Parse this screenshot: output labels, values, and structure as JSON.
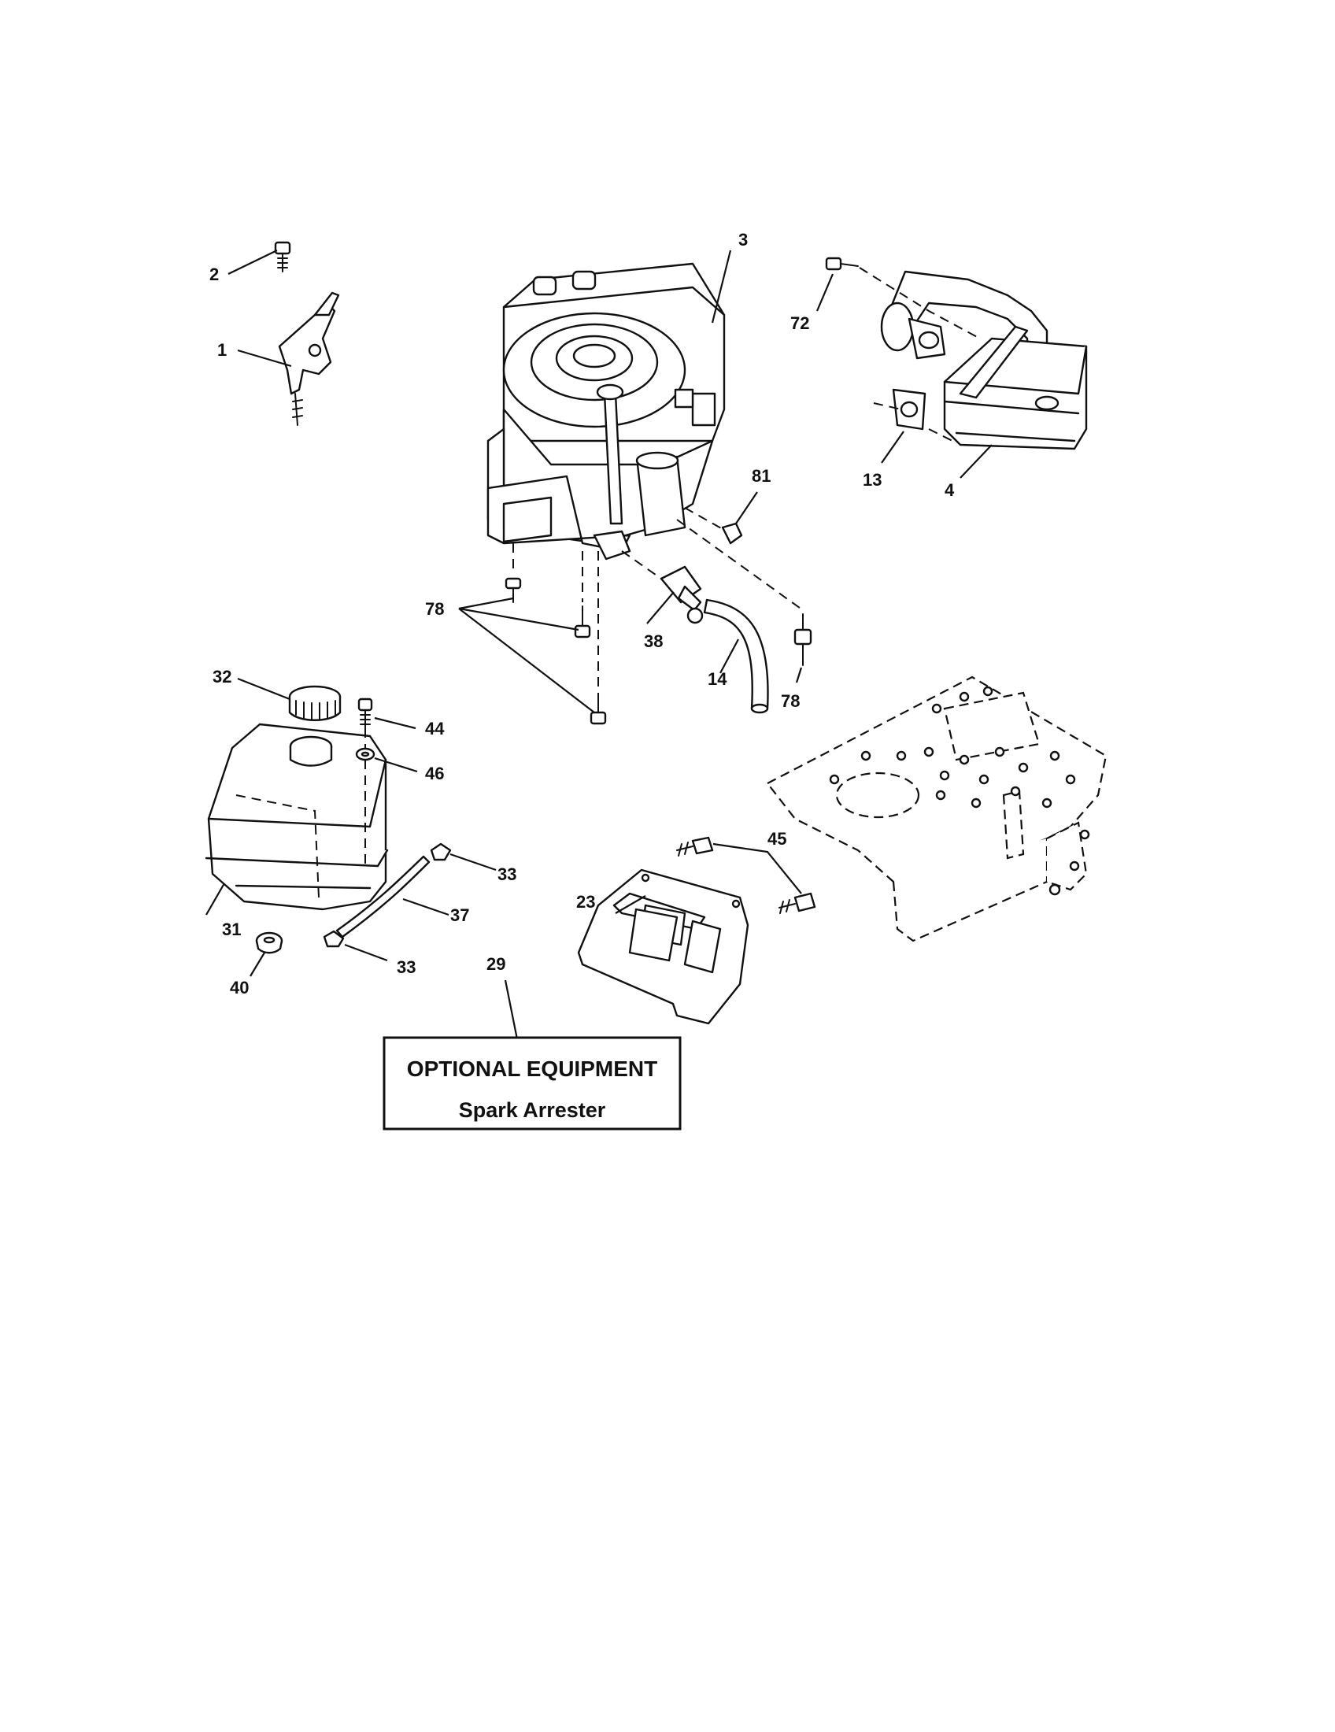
{
  "callouts": {
    "c1": "1",
    "c2": "2",
    "c3": "3",
    "c4": "4",
    "c13": "13",
    "c14": "14",
    "c23": "23",
    "c29": "29",
    "c31": "31",
    "c32": "32",
    "c33a": "33",
    "c33b": "33",
    "c37": "37",
    "c38": "38",
    "c40": "40",
    "c44": "44",
    "c45": "45",
    "c46": "46",
    "c72": "72",
    "c78a": "78",
    "c78b": "78",
    "c81": "81"
  },
  "optional_box": {
    "title": "OPTIONAL EQUIPMENT",
    "subtitle": "Spark Arrester"
  }
}
